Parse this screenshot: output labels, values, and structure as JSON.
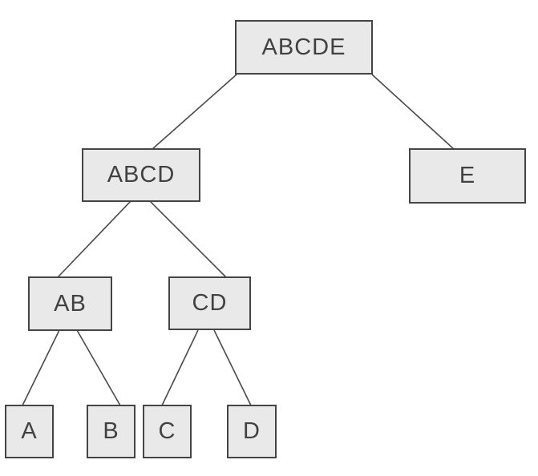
{
  "colors": {
    "background": "#ffffff",
    "node_fill": "#e9e9e9",
    "node_border": "#454545",
    "edge_line": "#4a4a4a",
    "text": "#414141"
  },
  "tree": {
    "nodes": [
      {
        "id": "abcde",
        "label": "ABCDE",
        "level": 0
      },
      {
        "id": "abcd",
        "label": "ABCD",
        "level": 1
      },
      {
        "id": "e",
        "label": "E",
        "level": 1
      },
      {
        "id": "ab",
        "label": "AB",
        "level": 2
      },
      {
        "id": "cd",
        "label": "CD",
        "level": 2
      },
      {
        "id": "a",
        "label": "A",
        "level": 3
      },
      {
        "id": "b",
        "label": "B",
        "level": 3
      },
      {
        "id": "c",
        "label": "C",
        "level": 3
      },
      {
        "id": "d",
        "label": "D",
        "level": 3
      }
    ],
    "edges": [
      {
        "from": "ABCDE",
        "to": "ABCD"
      },
      {
        "from": "ABCDE",
        "to": "E"
      },
      {
        "from": "ABCD",
        "to": "AB"
      },
      {
        "from": "ABCD",
        "to": "CD"
      },
      {
        "from": "AB",
        "to": "A"
      },
      {
        "from": "AB",
        "to": "B"
      },
      {
        "from": "CD",
        "to": "C"
      },
      {
        "from": "CD",
        "to": "D"
      }
    ]
  }
}
